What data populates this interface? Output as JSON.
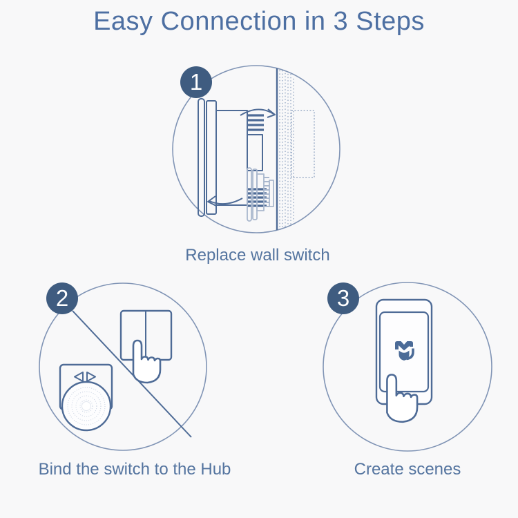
{
  "page": {
    "title": "Easy Connection in 3 Steps"
  },
  "colors": {
    "background": "#f8f8f9",
    "badge_fill": "#3f5c80",
    "line_blue": "#4e6b96",
    "light_line": "#a9b7cd",
    "circle_ring": "#8094b5",
    "text_blue": "#54749f"
  },
  "steps": [
    {
      "number": "1",
      "caption": "Replace wall switch",
      "icons": [
        "step-badge",
        "wall-switch-side-icon",
        "old-wall-switch-icon",
        "wall-surface",
        "junction-box-outline",
        "install-arrow-icon",
        "remove-arrow-icon"
      ]
    },
    {
      "number": "2",
      "caption": "Bind the switch to the Hub",
      "icons": [
        "step-badge",
        "two-gang-switch-icon",
        "pressing-hand-icon",
        "hub-icon",
        "diagonal-divider-line"
      ]
    },
    {
      "number": "3",
      "caption": "Create scenes",
      "icons": [
        "step-badge",
        "smartphone-icon",
        "mijia-logo-icon",
        "pressing-hand-icon"
      ]
    }
  ]
}
